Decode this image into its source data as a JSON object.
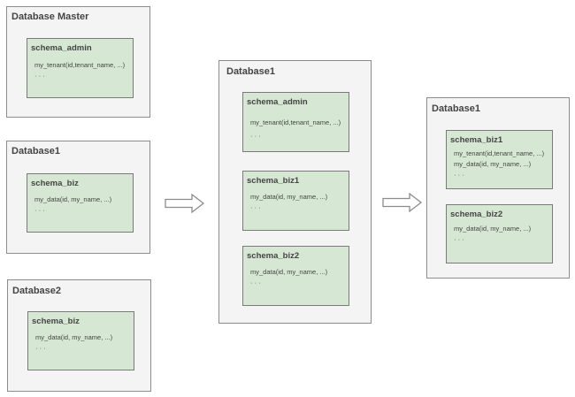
{
  "left": {
    "master": {
      "title": "Database Master",
      "schema": {
        "name": "schema_admin",
        "lines": [
          "my_tenant(id,tenant_name, ...)",
          "· · ·"
        ]
      }
    },
    "db1": {
      "title": "Database1",
      "schema": {
        "name": "schema_biz",
        "lines": [
          "my_data(id, my_name, ...)",
          "· · ·"
        ]
      }
    },
    "db2": {
      "title": "Database2",
      "schema": {
        "name": "schema_biz",
        "lines": [
          "my_data(id, my_name, ...)",
          "· · ·"
        ]
      }
    }
  },
  "middle": {
    "title": "Database1",
    "schemas": [
      {
        "name": "schema_admin",
        "lines": [
          "my_tenant(id,tenant_name, ...)",
          "· · ·"
        ]
      },
      {
        "name": "schema_biz1",
        "lines": [
          "my_data(id, my_name, ...)",
          "· · ·"
        ]
      },
      {
        "name": "schema_biz2",
        "lines": [
          "my_data(id, my_name, ...)",
          "· · ·"
        ]
      }
    ]
  },
  "right": {
    "title": "Database1",
    "schemas": [
      {
        "name": "schema_biz1",
        "lines": [
          "my_tenant(id,tenant_name, ...)",
          "my_data(id, my_name, ...)",
          "· · ·"
        ]
      },
      {
        "name": "schema_biz2",
        "lines": [
          "my_data(id, my_name, ...)",
          "· · ·"
        ]
      }
    ]
  },
  "colors": {
    "db_fill": "#f4f4f4",
    "schema_fill": "#d6e8d3",
    "border": "#8c8c8c"
  }
}
